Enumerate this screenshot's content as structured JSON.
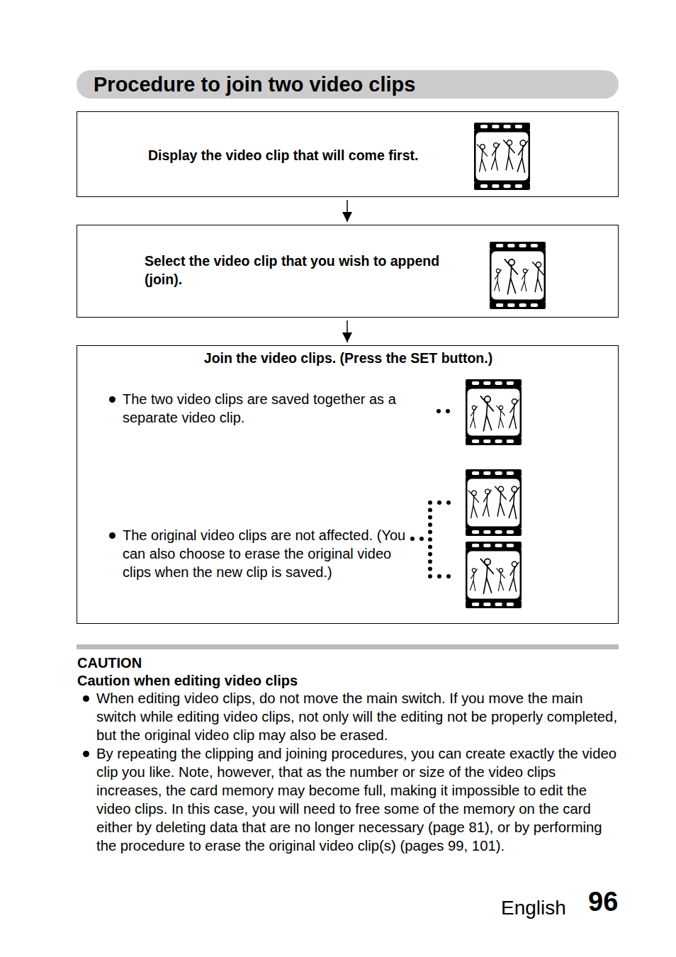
{
  "diagram": {
    "title": "Procedure to join two video clips",
    "nodes": [
      {
        "text": [
          "Display the video clip that will come first."
        ]
      },
      {
        "text": [
          "Select the video clip that you wish to append (join)."
        ]
      },
      {
        "text": [
          "Join the video clips. (Press the SET button.)",
          "The two video clips are saved together as a separate video clip.",
          "The original video clips are not affected. (You can also choose to erase the original video clips when the new clip is saved.)"
        ]
      }
    ],
    "edges": [
      {
        "from": 0,
        "to": 1,
        "arrow": "to"
      },
      {
        "from": 1,
        "to": 2,
        "arrow": "to"
      }
    ],
    "labels": [
      "CAUTION",
      "Caution when editing video clips",
      "When editing video clips, do not move the main switch. If you move the main switch while editing video clips, not only will the editing not be properly completed, but the original video clip may also be erased.",
      "By repeating the clipping and joining procedures, you can create exactly the video clip you like. Note, however, that as the number or size of the video clips increases, the card memory may become full, making it impossible to edit the video clips. In this case, you will need to free some of the memory on the card either by deleting data that are no longer necessary (page 81), or by performing the procedure to erase the original video clip(s) (pages 99, 101).",
      "English",
      "96"
    ]
  }
}
